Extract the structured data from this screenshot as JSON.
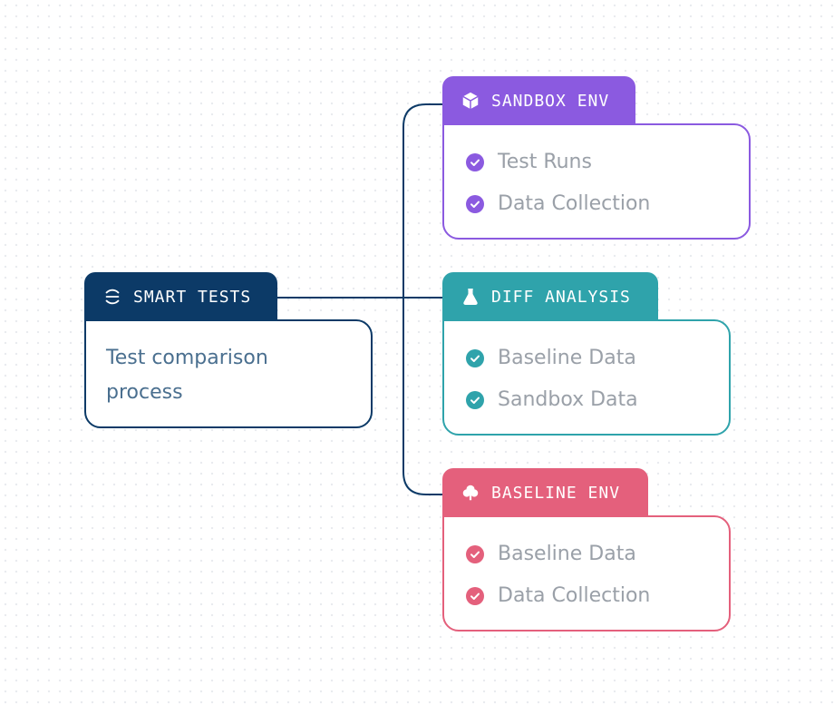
{
  "root": {
    "title": "SMART TESTS",
    "description": "Test comparison process",
    "color": "#0c3a67",
    "icon": "branch-logo-icon"
  },
  "branches": [
    {
      "title": "SANDBOX ENV",
      "color": "#8b5ae0",
      "icon": "cube-icon",
      "items": [
        "Test Runs",
        "Data Collection"
      ]
    },
    {
      "title": "DIFF ANALYSIS",
      "color": "#2fa3ab",
      "icon": "flask-icon",
      "items": [
        "Baseline Data",
        "Sandbox Data"
      ]
    },
    {
      "title": "BASELINE ENV",
      "color": "#e4607c",
      "icon": "tree-icon",
      "items": [
        "Baseline Data",
        "Data Collection"
      ]
    }
  ]
}
